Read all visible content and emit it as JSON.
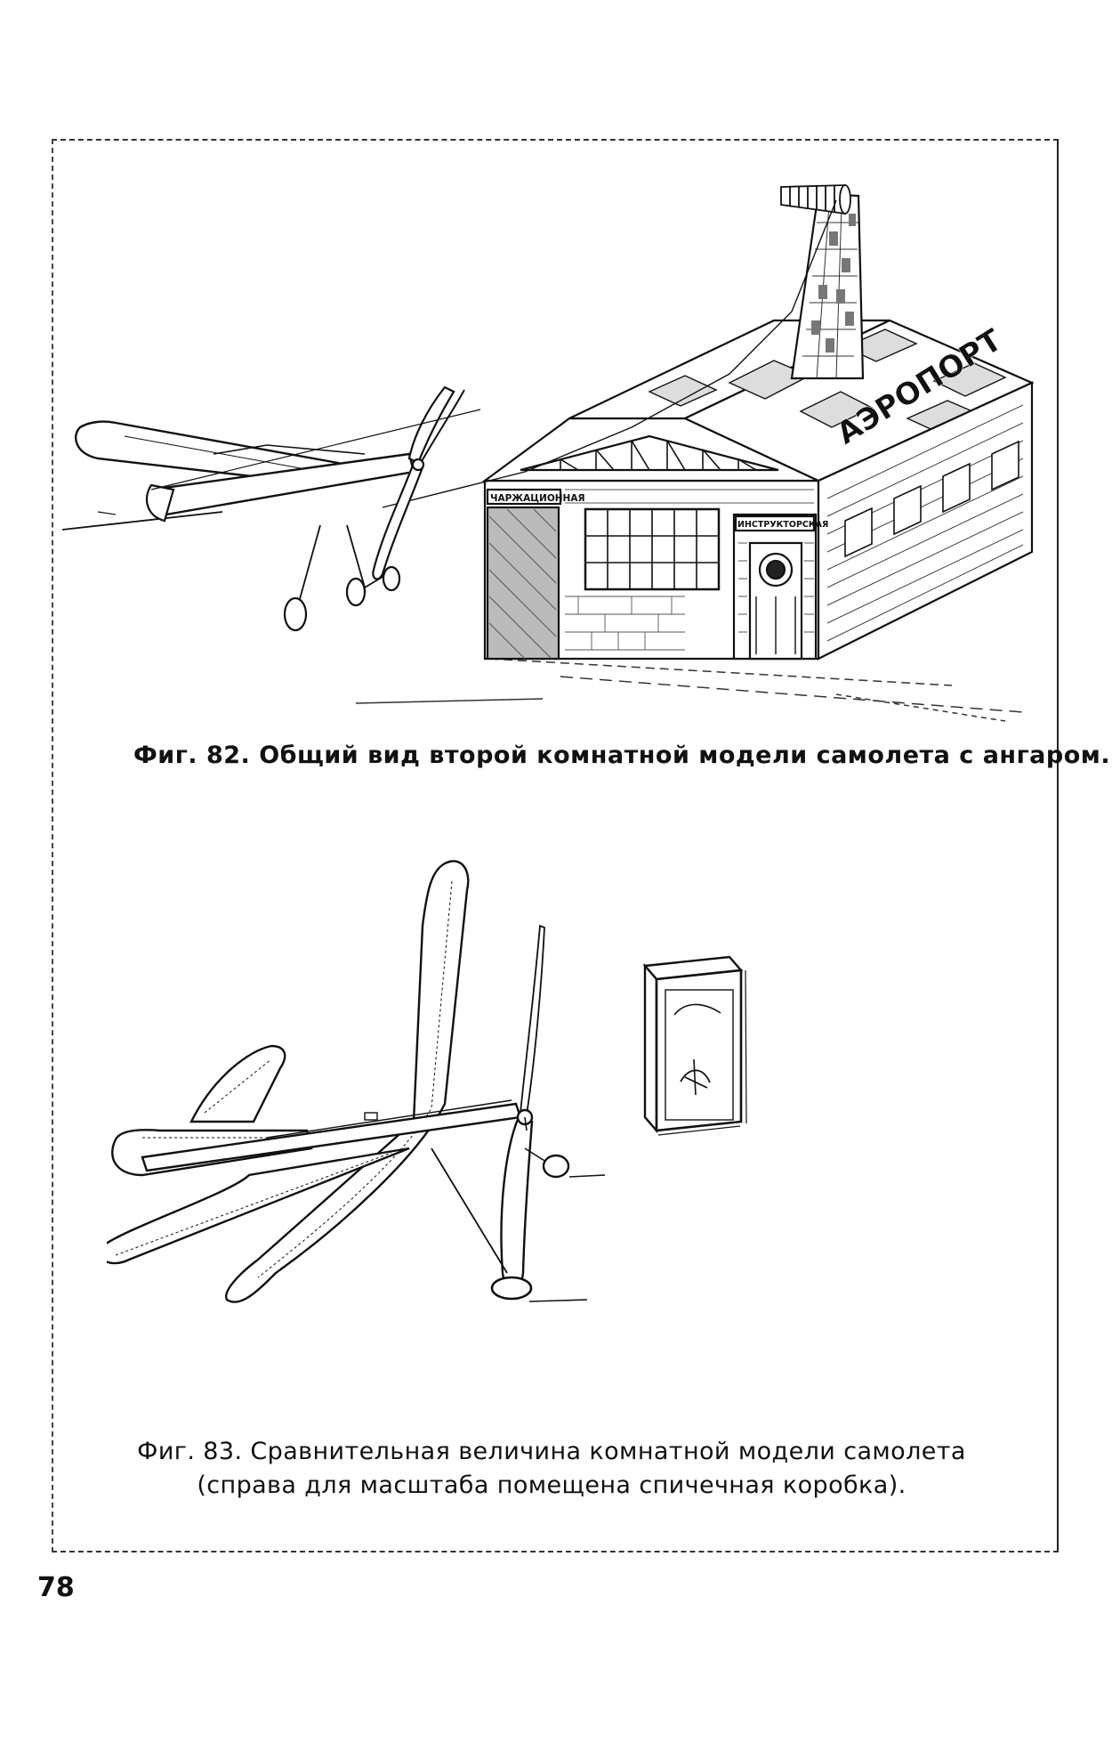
{
  "figures": {
    "fig82": {
      "caption": "Фиг. 82. Общий вид второй комнатной модели самолета с ангаром.",
      "labels": {
        "airport": "АЭРОПОРТ",
        "left_room": "ЧАРЖАЦИОННАЯ",
        "right_room": "ИНСТРУКТОРСКАЯ"
      }
    },
    "fig83": {
      "caption_line1": "Фиг. 83. Сравнительная величина комнатной модели самолета",
      "caption_line2": "(справа для масштаба помещена спичечная коробка)."
    }
  },
  "page": {
    "number": "78"
  }
}
